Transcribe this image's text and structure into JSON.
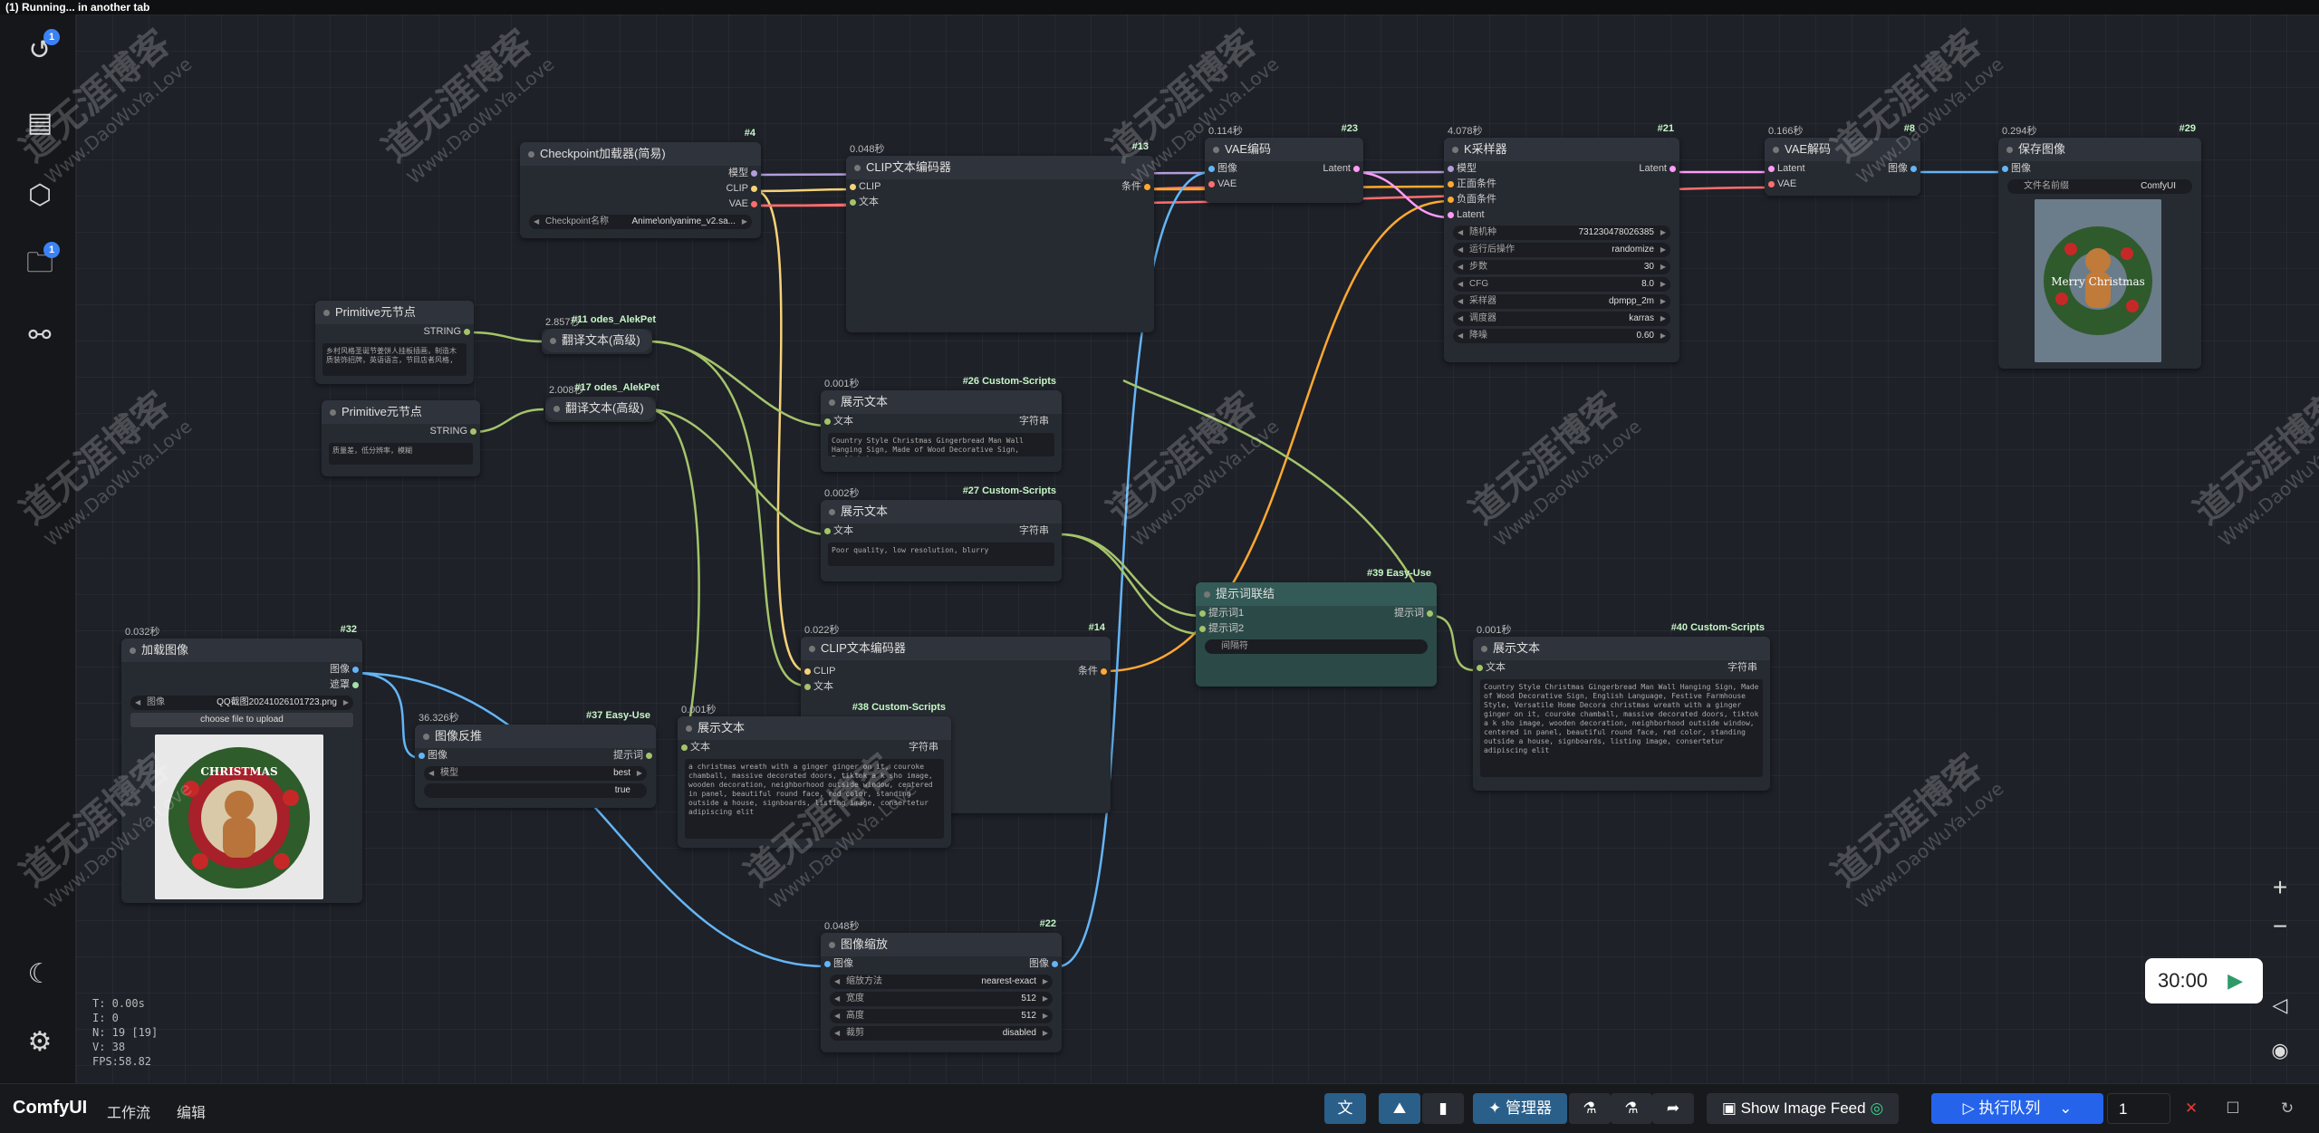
{
  "window_title": "(1) Running... in another tab",
  "stats": {
    "t": "T: 0.00s",
    "i": "I: 0",
    "n": "N: 19 [19]",
    "v": "V: 38",
    "fps": "FPS:58.82"
  },
  "sidebar": {
    "badges": [
      "1",
      "1"
    ]
  },
  "watermark": {
    "text": "道无涯博客",
    "url": "Www.DaoWuYa.Love"
  },
  "nodes": {
    "checkpoint": {
      "id": "#4",
      "title": "Checkpoint加载器(简易)",
      "outputs": [
        "模型",
        "CLIP",
        "VAE"
      ],
      "widget_label": "Checkpoint名称",
      "widget_value": "Anime\\onlyanime_v2.sa..."
    },
    "clip1": {
      "id": "#13",
      "time": "0.048秒",
      "title": "CLIP文本编码器",
      "inputs": [
        "CLIP",
        "文本"
      ],
      "output": "条件"
    },
    "vae_encode": {
      "id": "#23",
      "time": "0.114秒",
      "title": "VAE编码",
      "inputs": [
        "图像",
        "VAE"
      ],
      "output": "Latent"
    },
    "ksampler": {
      "id": "#21",
      "time": "4.078秒",
      "title": "K采样器",
      "inputs": [
        "模型",
        "正面条件",
        "负面条件",
        "Latent"
      ],
      "output": "Latent",
      "widgets": [
        {
          "label": "随机种",
          "value": "731230478026385"
        },
        {
          "label": "运行后操作",
          "value": "randomize"
        },
        {
          "label": "步数",
          "value": "30"
        },
        {
          "label": "CFG",
          "value": "8.0"
        },
        {
          "label": "采样器",
          "value": "dpmpp_2m"
        },
        {
          "label": "调度器",
          "value": "karras"
        },
        {
          "label": "降噪",
          "value": "0.60"
        }
      ]
    },
    "vae_decode": {
      "id": "#8",
      "time": "0.166秒",
      "title": "VAE解码",
      "inputs": [
        "Latent",
        "VAE"
      ],
      "output": "图像"
    },
    "save_image": {
      "id": "#29",
      "time": "0.294秒",
      "title": "保存图像",
      "input": "图像",
      "widget_label": "文件名前缀",
      "widget_value": "ComfyUI"
    },
    "primitive1": {
      "title": "Primitive元节点",
      "output": "STRING",
      "text": "乡村风格圣诞节姜饼人挂板插画，制造木质装饰招牌，英语语言，节目店者风格,"
    },
    "primitive2": {
      "title": "Primitive元节点",
      "output": "STRING",
      "text": "质量差，低分辨率，模糊"
    },
    "translate1": {
      "id": "#11",
      "suffix": "odes_AlekPet",
      "time": "2.857秒",
      "title": "翻译文本(高级)"
    },
    "translate2": {
      "id": "#17",
      "suffix": "odes_AlekPet",
      "time": "2.008秒",
      "title": "翻译文本(高级)"
    },
    "show26": {
      "id": "#26 Custom-Scripts",
      "time": "0.001秒",
      "title": "展示文本",
      "input": "文本",
      "output": "字符串",
      "text": "Country Style Christmas Gingerbread Man Wall Hanging Sign, Made of Wood Decorative Sign, English Language,"
    },
    "show27": {
      "id": "#27 Custom-Scripts",
      "time": "0.002秒",
      "title": "展示文本",
      "input": "文本",
      "output": "字符串",
      "text": "Poor quality, low resolution, blurry"
    },
    "clip2": {
      "id": "#14",
      "time": "0.022秒",
      "title": "CLIP文本编码器",
      "inputs": [
        "CLIP",
        "文本"
      ],
      "output": "条件"
    },
    "prompt_join": {
      "id": "#39 Easy-Use",
      "title": "提示词联结",
      "inputs": [
        "提示词1",
        "提示词2"
      ],
      "output": "提示词",
      "widget": "间隔符"
    },
    "show40": {
      "id": "#40 Custom-Scripts",
      "time": "0.001秒",
      "title": "展示文本",
      "input": "文本",
      "output": "字符串",
      "text": "Country Style Christmas Gingerbread Man Wall Hanging Sign, Made of Wood Decorative Sign, English Language, Festive Farmhouse Style, Versatile Home Decora christmas wreath with a ginger ginger on it, couroke chamball, massive decorated doors, tiktok a k sho image, wooden decoration, neighborhood outside window, centered in panel, beautiful round face, red color, standing outside a house, signboards, listing image, consertetur adipiscing elit"
    },
    "load_image": {
      "id": "#32",
      "time": "0.032秒",
      "title": "加载图像",
      "outputs": [
        "图像",
        "遮罩"
      ],
      "widget_label": "图像",
      "widget_value": "QQ截图20241026101723.png",
      "upload": "choose file to upload"
    },
    "image_reverse": {
      "id": "#37 Easy-Use",
      "time": "36.326秒",
      "title": "图像反推",
      "input": "图像",
      "output": "提示词",
      "widgets": [
        {
          "label": "模型",
          "value": "best"
        },
        {
          "label": "",
          "value": "true"
        }
      ]
    },
    "show38": {
      "id": "#38 Custom-Scripts",
      "time": "0.001秒",
      "title": "展示文本",
      "input": "文本",
      "output": "字符串",
      "text": "a christmas wreath with a ginger ginger on it, couroke chamball, massive decorated doors, tiktok a k sho image, wooden decoration, neighborhood outside window, centered in panel, beautiful round face, red color, standing outside a house, signboards, listing image, consertetur adipiscing elit"
    },
    "image_scale": {
      "id": "#22",
      "time": "0.048秒",
      "title": "图像缩放",
      "input": "图像",
      "output": "图像",
      "widgets": [
        {
          "label": "缩放方法",
          "value": "nearest-exact"
        },
        {
          "label": "宽度",
          "value": "512"
        },
        {
          "label": "高度",
          "value": "512"
        },
        {
          "label": "裁剪",
          "value": "disabled"
        }
      ]
    }
  },
  "save_image_text": "Merry Christmas",
  "load_image_text": "CHRISTMAS",
  "timer": "30:00",
  "bottombar": {
    "brand": "ComfyUI",
    "menu": [
      "工作流",
      "编辑"
    ],
    "manager_label": "管理器",
    "image_feed_label": "Show Image Feed",
    "queue_label": "执行队列",
    "batch_count": "1"
  },
  "colors": {
    "clip_wire": "#f5d277",
    "model_wire": "#b39ddb",
    "vae_wire": "#ff6e6e",
    "latent_wire": "#ff9cf9",
    "cond_wire": "#ffa931",
    "image_wire": "#64b5f6",
    "string_wire": "#a5c46a",
    "accent": "#2563eb"
  }
}
